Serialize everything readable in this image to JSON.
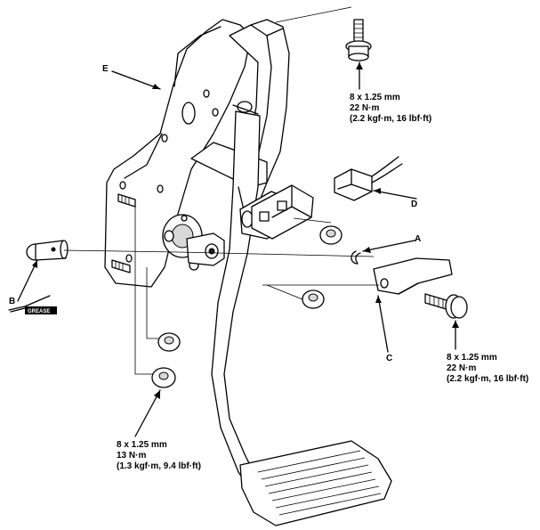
{
  "callouts": {
    "A": "A",
    "B": "B",
    "C": "C",
    "D": "D",
    "E": "E"
  },
  "grease_label": "GREASE",
  "specs": {
    "top_bolt": {
      "line1": "8 x 1.25 mm",
      "line2": "22 N·m",
      "line3": "(2.2 kgf·m, 16 lbf·ft)"
    },
    "right_bolt": {
      "line1": "8 x 1.25 mm",
      "line2": "22 N·m",
      "line3": "(2.2 kgf·m, 16 lbf·ft)"
    },
    "bottom_nut": {
      "line1": "8 x 1.25 mm",
      "line2": "13 N·m",
      "line3": "(1.3 kgf·m, 9.4 lbf·ft)"
    }
  }
}
